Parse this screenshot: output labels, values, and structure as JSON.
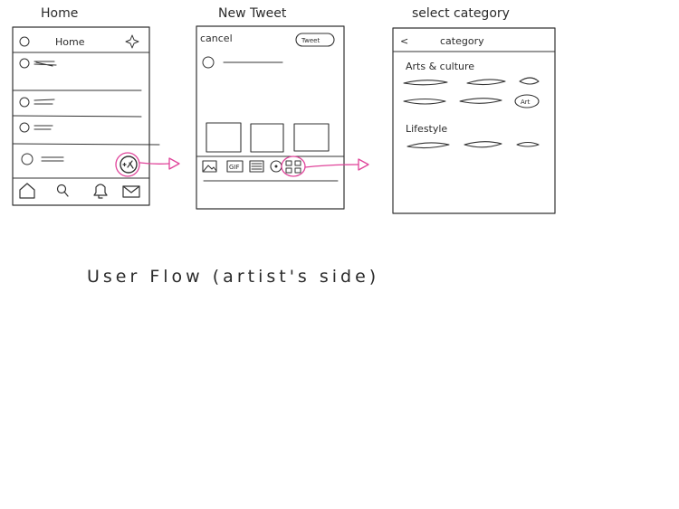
{
  "screens": {
    "home": {
      "title": "Home",
      "header_label": "Home"
    },
    "new_tweet": {
      "title": "New Tweet",
      "cancel_label": "cancel",
      "tweet_button_label": "Tweet",
      "gif_label": "GIF"
    },
    "select_category": {
      "title": "select  category",
      "back_glyph": "<",
      "header_label": "category",
      "group1_label": "Arts & culture",
      "group2_label": "Lifestyle",
      "chip_art_label": "Art"
    }
  },
  "caption": "User  Flow  (artist's  side)",
  "colors": {
    "ink": "#333333",
    "flow_arrow": "#e0449a"
  }
}
